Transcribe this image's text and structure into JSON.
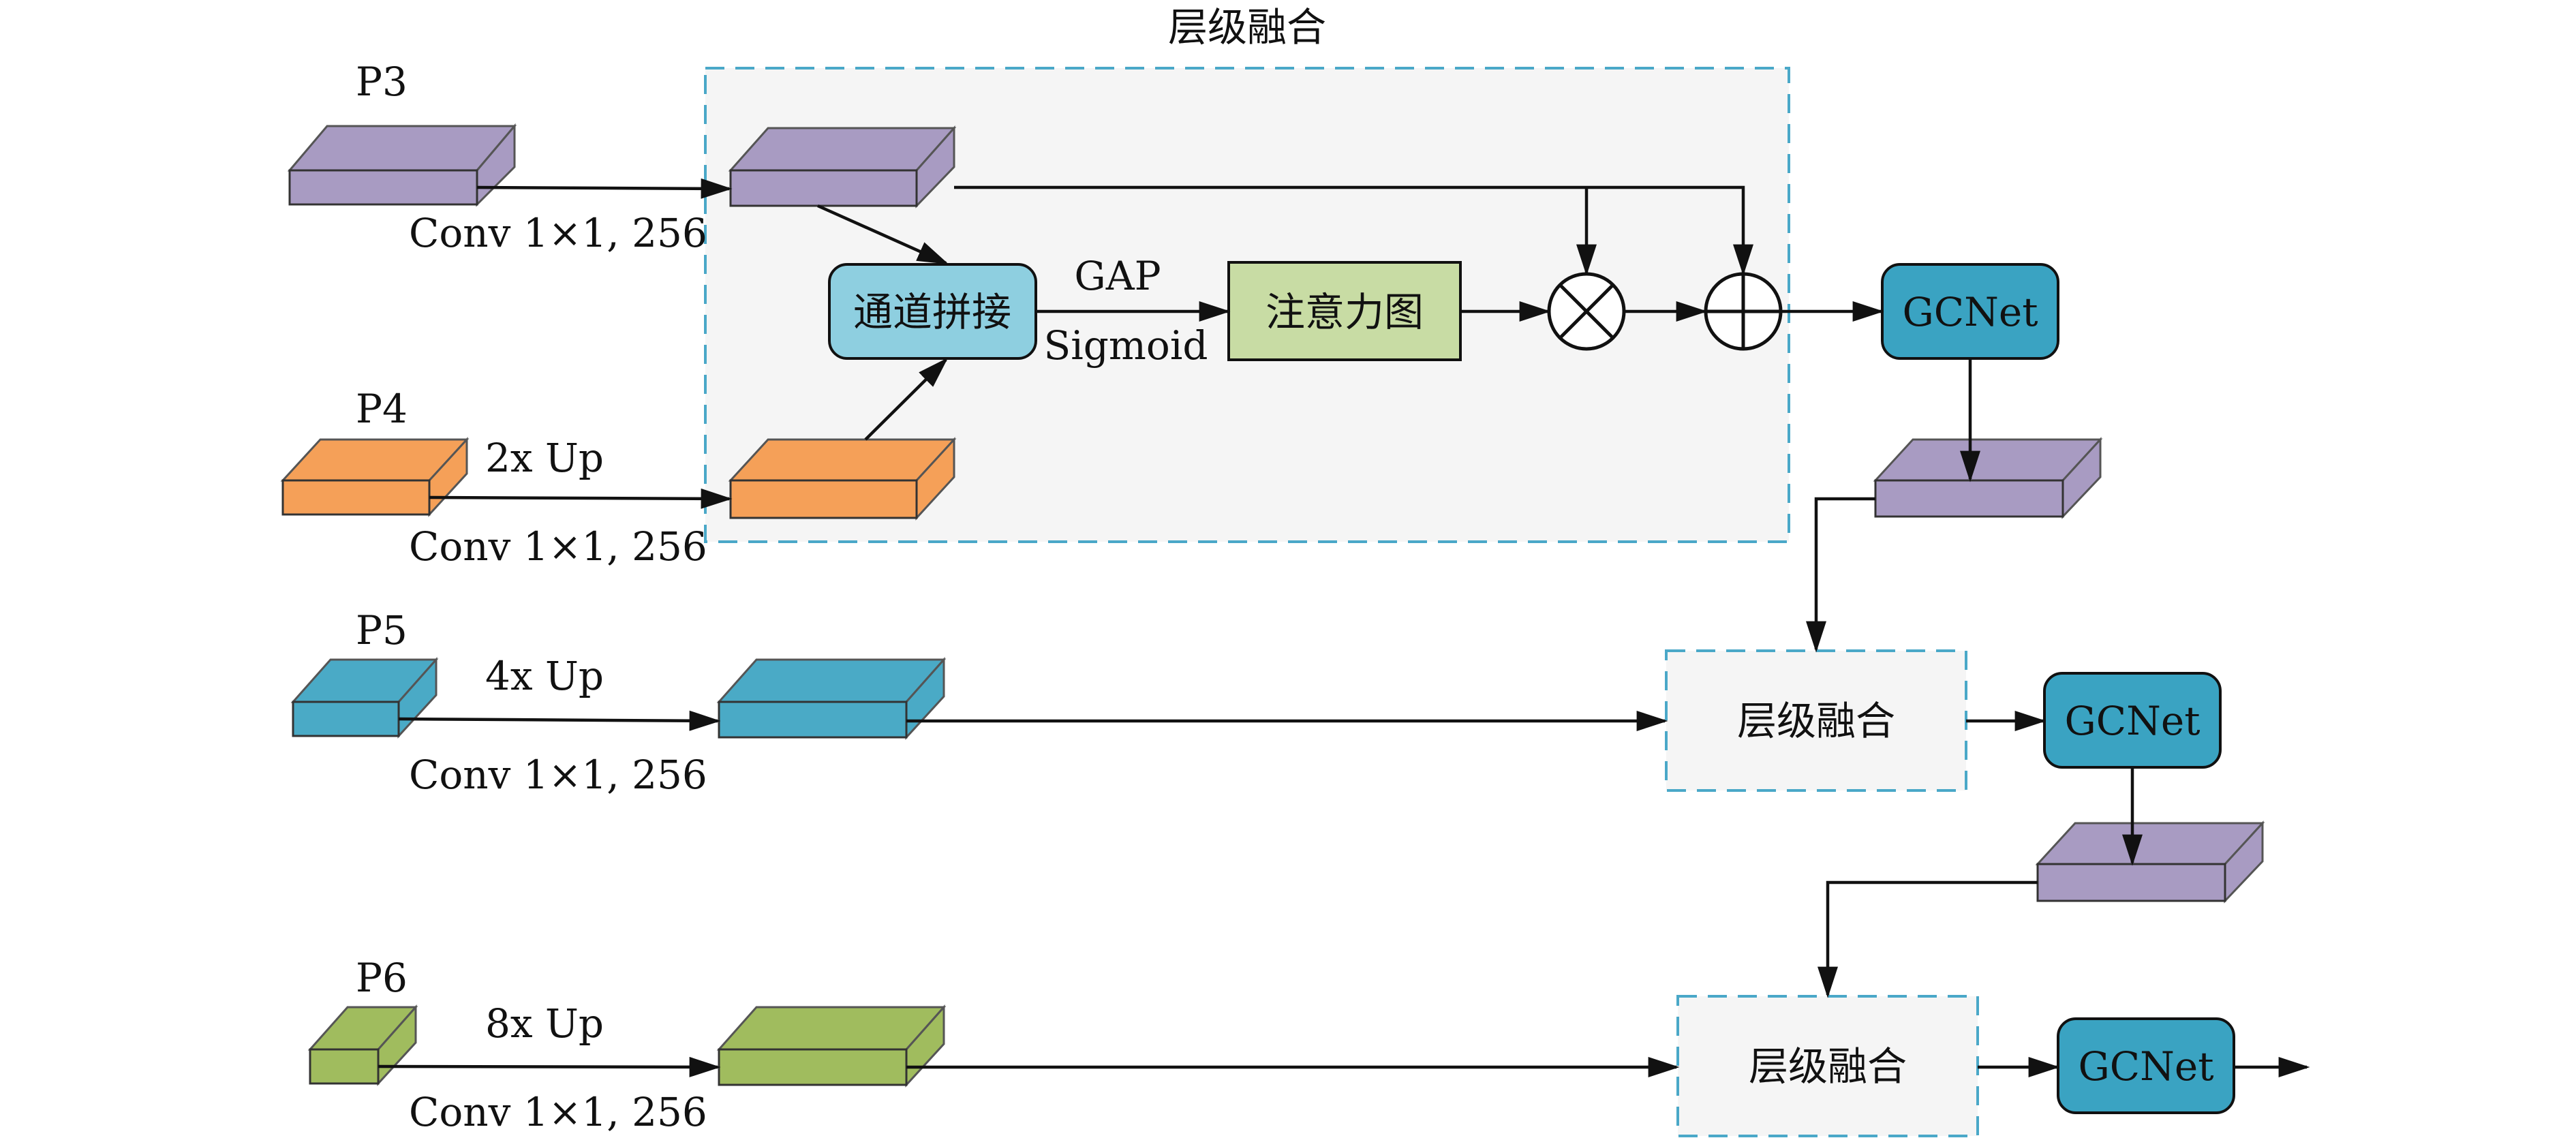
{
  "fusion_label": "层级融合",
  "levels": {
    "p3": "P3",
    "p4": "P4",
    "p5": "P5",
    "p6": "P6"
  },
  "conv_label": "Conv 1×1, 256",
  "upsample": {
    "p4": "2x  Up",
    "p5": "4x  Up",
    "p6": "8x  Up"
  },
  "concat_label": "通道拼接",
  "attention_label": "注意力图",
  "gap_label": "GAP",
  "sigmoid_label": "Sigmoid",
  "gcnet_label": "GCNet",
  "colors": {
    "p3_feature": "#a89bc2",
    "p4_feature": "#f5a058",
    "p5_feature": "#4aaac6",
    "p6_feature": "#a0bc5e",
    "concat_box": "#8ecfe0",
    "attention_box": "#c8dca4",
    "gcnet_box": "#3aa3c2",
    "fusion_border": "#4aa8c8",
    "fusion_bg": "#f5f5f5"
  }
}
